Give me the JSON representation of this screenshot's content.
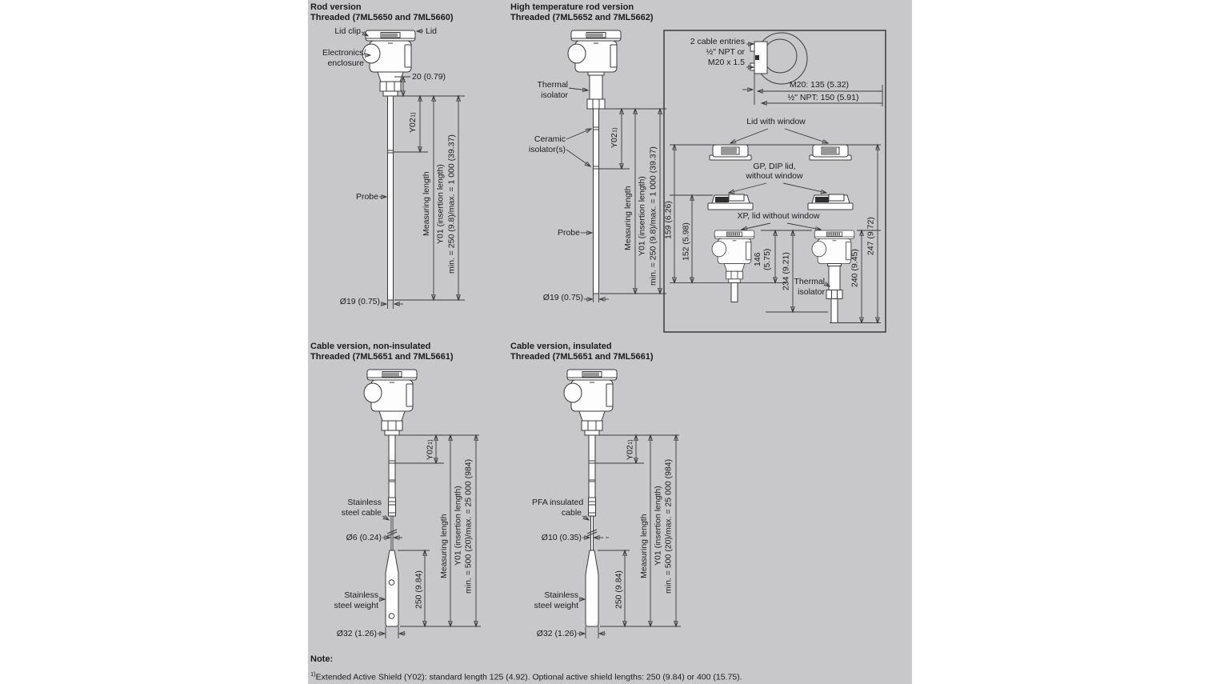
{
  "rod": {
    "title1": "Rod version",
    "title2": "Threaded (7ML5650 and 7ML5660)",
    "lid_clip": "Lid clip",
    "lid": "Lid",
    "electronics1": "Electronics/",
    "electronics2": "enclosure",
    "dim_20": "20 (0.79)",
    "y02": "Y02",
    "y02_sup": "1)",
    "measuring": "Measuring length",
    "y01": "Y01 (insertion length)",
    "y01_range": "min. = 250 (9.8)/max. = 1 000 (39.37)",
    "probe": "Probe",
    "dia": "Ø19 (0.75)"
  },
  "hot_rod": {
    "title1": "High temperature rod version",
    "title2": "Threaded (7ML5652 and 7ML5662)",
    "thermal1": "Thermal",
    "thermal2": "isolator",
    "ceramic1": "Ceramic",
    "ceramic2": "isolator(s)",
    "probe": "Probe",
    "dia": "Ø19 (0.75)",
    "y02": "Y02",
    "y02_sup": "1)",
    "measuring": "Measuring length",
    "y01": "Y01 (insertion length)",
    "y01_range": "min. = 250 (9.8)/max. = 1 000 (39.37)"
  },
  "detail": {
    "entries1": "2 cable entries",
    "entries2": "½\" NPT or",
    "entries3": "M20 x 1.5",
    "m20": "M20: 135 (5.32)",
    "npt": "½\" NPT: 150 (5.91)",
    "lid_window": "Lid with window",
    "gp1": "GP, DIP lid,",
    "gp2": "without window",
    "xp": "XP, lid without window",
    "thermal1": "Thermal",
    "thermal2": "isolator",
    "d159": "159 (6.26)",
    "d152": "152 (5.98)",
    "d146a": "146",
    "d146b": "(5.75)",
    "d234": "234 (9.21)",
    "d240": "240 (9.45)",
    "d247": "247 (9.72)"
  },
  "cable_ni": {
    "title1": "Cable version, non-insulated",
    "title2": "Threaded (7ML5651 and 7ML5661)",
    "cable1": "Stainless",
    "cable2": "steel cable",
    "dia_cable": "Ø6 (0.24)",
    "weight1": "Stainless",
    "weight2": "steel weight",
    "dia_weight": "Ø32 (1.26)",
    "d250": "250 (9.84)",
    "y02": "Y02",
    "y02_sup": "1)",
    "measuring": "Measuring length",
    "y01": "Y01 (insertion length)",
    "y01_range": "min. = 500 (20)/max. = 25 000 (984)"
  },
  "cable_ins": {
    "title1": "Cable version, insulated",
    "title2": "Threaded (7ML5651 and 7ML5661)",
    "cable1": "PFA insulated",
    "cable2": "cable",
    "dia_cable": "Ø10 (0.35)",
    "weight1": "Stainless",
    "weight2": "steel weight",
    "dia_weight": "Ø32 (1.26)",
    "d250": "250 (9.84)",
    "y02": "Y02",
    "y02_sup": "1)",
    "measuring": "Measuring length",
    "y01": "Y01 (insertion length)",
    "y01_range": "min. = 500 (20)/max. = 25 000 (984)"
  },
  "note": {
    "label": "Note:",
    "sup": "1)",
    "text": "Extended Active Shield (Y02): standard length 125 (4.92). Optional active shield lengths: 250 (9.84) or 400 (15.75)."
  },
  "colors": {
    "panel_bg": "#c8c8ca",
    "line": "#3a3a3a",
    "text": "#1b1b1b"
  }
}
